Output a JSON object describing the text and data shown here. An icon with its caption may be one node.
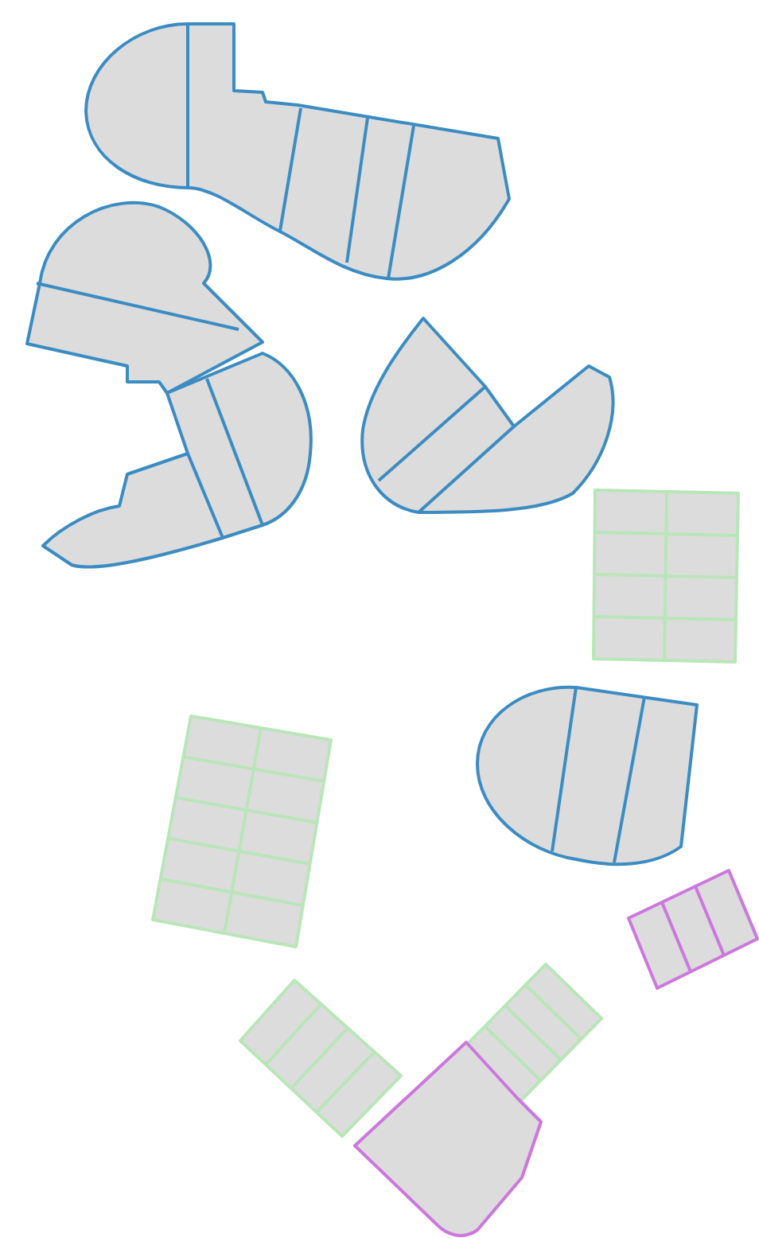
{
  "diagram": {
    "nodes": [
      {
        "text": [],
        "shape": "blob"
      },
      {
        "text": [],
        "shape": "blob"
      },
      {
        "text": [],
        "shape": "blob"
      },
      {
        "text": [],
        "shape": "blob"
      },
      {
        "text": [],
        "shape": "grid"
      },
      {
        "text": [],
        "shape": "grid"
      },
      {
        "text": [],
        "shape": "blob"
      },
      {
        "text": [],
        "shape": "box"
      },
      {
        "text": [],
        "shape": "grid"
      },
      {
        "text": [],
        "shape": "grid"
      },
      {
        "text": [],
        "shape": "box"
      }
    ]
  }
}
